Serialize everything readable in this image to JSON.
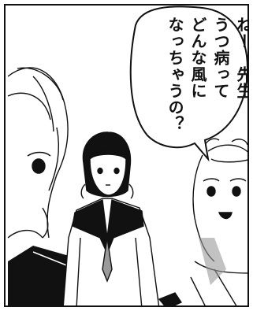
{
  "speech": {
    "lines": [
      "ねー　先生",
      "うつ病って",
      "どんな風に",
      "なっちゃうの？"
    ]
  },
  "colors": {
    "ink": "#111111",
    "paper": "#ffffff",
    "tone": "#9a9a9a"
  }
}
